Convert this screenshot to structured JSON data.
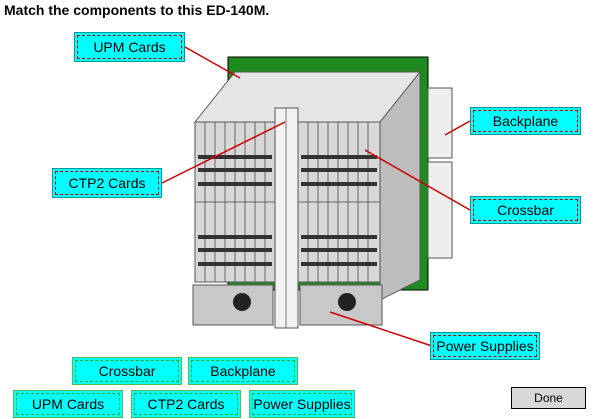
{
  "title": "Match the components to this ED-140M.",
  "placed_labels": {
    "upm": "UPM Cards",
    "ctp2": "CTP2 Cards",
    "backplane": "Backplane",
    "crossbar": "Crossbar",
    "power": "Power Supplies"
  },
  "tray_labels": {
    "crossbar": "Crossbar",
    "backplane": "Backplane",
    "upm": "UPM Cards",
    "ctp2": "CTP2 Cards",
    "power": "Power Supplies"
  },
  "done_label": "Done",
  "colors": {
    "label_fill": "#00ffff",
    "connector_line": "#cc0000",
    "backplane_green": "#1f8a1f"
  }
}
